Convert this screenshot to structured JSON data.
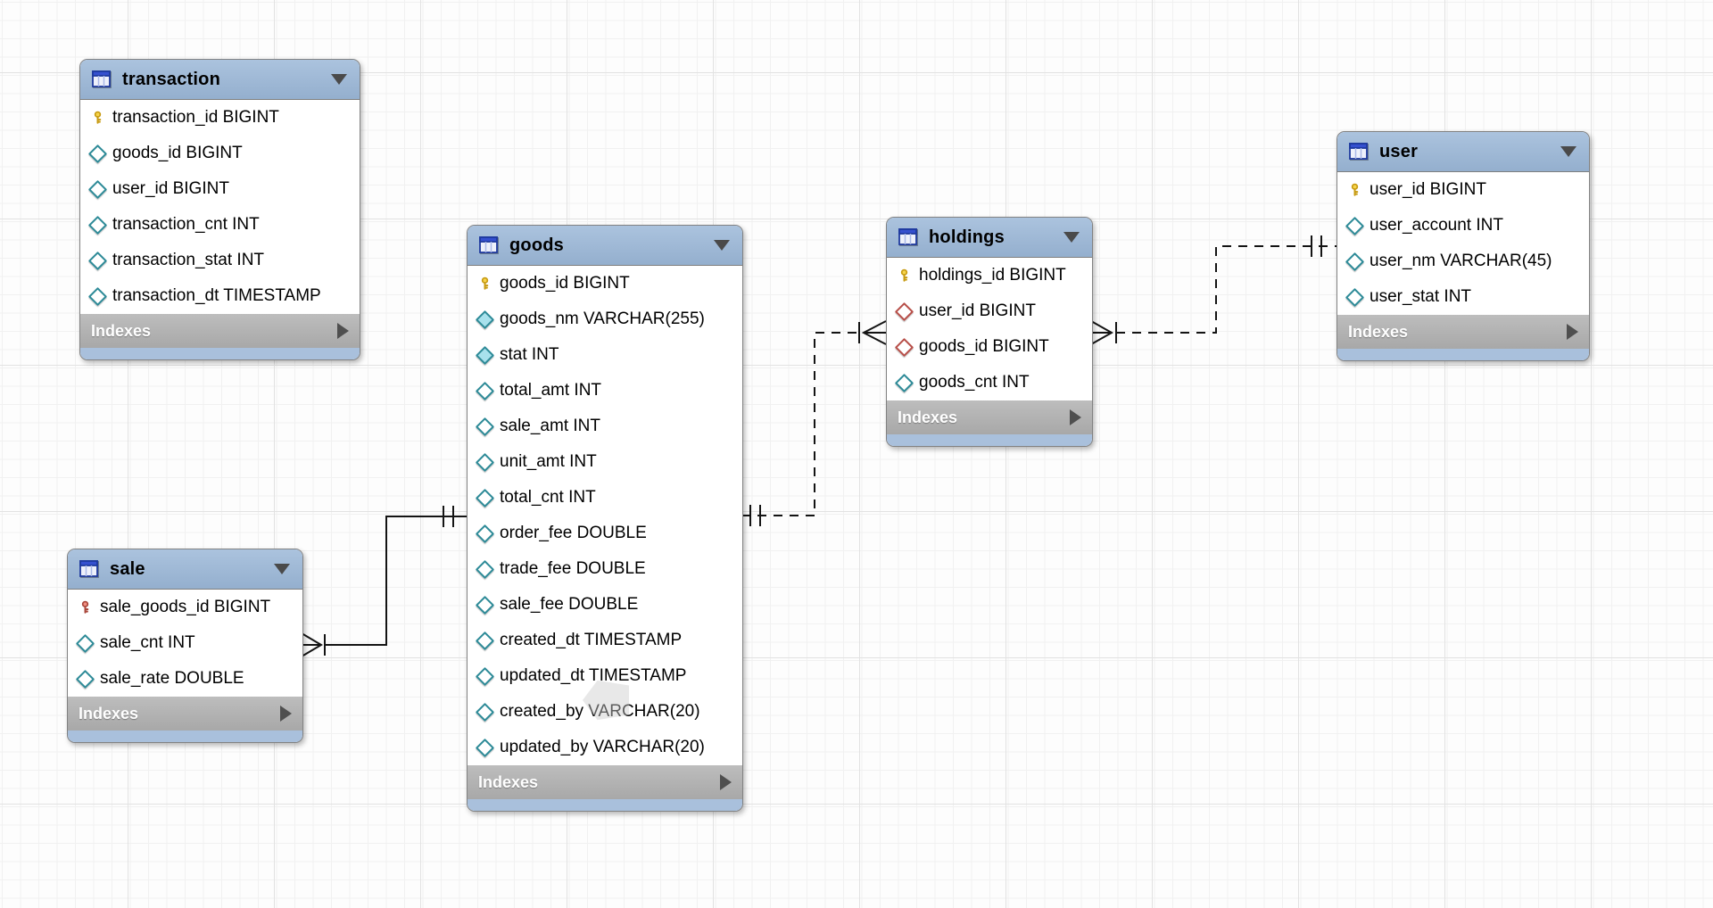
{
  "app": {
    "name": "eer-diagram-canvas"
  },
  "colors": {
    "header_blue": "#9fb9d6",
    "footer_blue": "#a9c0dc",
    "indexes_gray": "#b1b1b1",
    "pk_key_gold": "#f6d44c",
    "fk_key_red": "#ef8d80",
    "diamond_teal": "#2e8b98",
    "diamond_fill_cyan": "#a8e1ec",
    "diamond_red": "#b8504a",
    "connector_black": "#141414"
  },
  "tables": [
    {
      "name": "transaction",
      "indexes_label": "Indexes",
      "columns": [
        {
          "icon": "primary-key-icon",
          "text": "transaction_id BIGINT"
        },
        {
          "icon": "column-diamond-icon",
          "text": "goods_id BIGINT"
        },
        {
          "icon": "column-diamond-icon",
          "text": "user_id BIGINT"
        },
        {
          "icon": "column-diamond-icon",
          "text": "transaction_cnt INT"
        },
        {
          "icon": "column-diamond-icon",
          "text": "transaction_stat INT"
        },
        {
          "icon": "column-diamond-icon",
          "text": "transaction_dt TIMESTAMP"
        }
      ]
    },
    {
      "name": "goods",
      "indexes_label": "Indexes",
      "columns": [
        {
          "icon": "primary-key-icon",
          "text": "goods_id BIGINT"
        },
        {
          "icon": "column-diamond-filled-icon",
          "text": "goods_nm VARCHAR(255)"
        },
        {
          "icon": "column-diamond-filled-icon",
          "text": "stat INT"
        },
        {
          "icon": "column-diamond-icon",
          "text": "total_amt INT"
        },
        {
          "icon": "column-diamond-icon",
          "text": "sale_amt INT"
        },
        {
          "icon": "column-diamond-icon",
          "text": "unit_amt INT"
        },
        {
          "icon": "column-diamond-icon",
          "text": "total_cnt INT"
        },
        {
          "icon": "column-diamond-icon",
          "text": "order_fee DOUBLE"
        },
        {
          "icon": "column-diamond-icon",
          "text": "trade_fee DOUBLE"
        },
        {
          "icon": "column-diamond-icon",
          "text": "sale_fee DOUBLE"
        },
        {
          "icon": "column-diamond-icon",
          "text": "created_dt TIMESTAMP"
        },
        {
          "icon": "column-diamond-icon",
          "text": "updated_dt TIMESTAMP"
        },
        {
          "icon": "column-diamond-icon",
          "text": "created_by VARCHAR(20)"
        },
        {
          "icon": "column-diamond-icon",
          "text": "updated_by VARCHAR(20)"
        }
      ]
    },
    {
      "name": "sale",
      "indexes_label": "Indexes",
      "columns": [
        {
          "icon": "foreign-primary-key-icon",
          "text": "sale_goods_id BIGINT"
        },
        {
          "icon": "column-diamond-icon",
          "text": "sale_cnt INT"
        },
        {
          "icon": "column-diamond-icon",
          "text": "sale_rate DOUBLE"
        }
      ]
    },
    {
      "name": "holdings",
      "indexes_label": "Indexes",
      "columns": [
        {
          "icon": "primary-key-icon",
          "text": "holdings_id BIGINT"
        },
        {
          "icon": "foreign-key-diamond-icon",
          "text": "user_id BIGINT"
        },
        {
          "icon": "foreign-key-diamond-icon",
          "text": "goods_id BIGINT"
        },
        {
          "icon": "column-diamond-icon",
          "text": "goods_cnt INT"
        }
      ]
    },
    {
      "name": "user",
      "indexes_label": "Indexes",
      "columns": [
        {
          "icon": "primary-key-icon",
          "text": "user_id BIGINT"
        },
        {
          "icon": "column-diamond-icon",
          "text": "user_account INT"
        },
        {
          "icon": "column-diamond-icon",
          "text": "user_nm VARCHAR(45)"
        },
        {
          "icon": "column-diamond-icon",
          "text": "user_stat INT"
        }
      ]
    }
  ],
  "relationships": [
    {
      "from": "sale",
      "to": "goods",
      "line": "solid",
      "from_end": "many-crow-foot-with-bar",
      "to_end": "one-double-tick"
    },
    {
      "from": "holdings",
      "to": "goods",
      "line": "dashed",
      "from_end": "many-crow-foot-with-bar",
      "to_end": "one-double-tick"
    },
    {
      "from": "holdings",
      "to": "user",
      "line": "dashed",
      "from_end": "many-crow-foot-with-bar",
      "to_end": "one-double-tick"
    }
  ]
}
